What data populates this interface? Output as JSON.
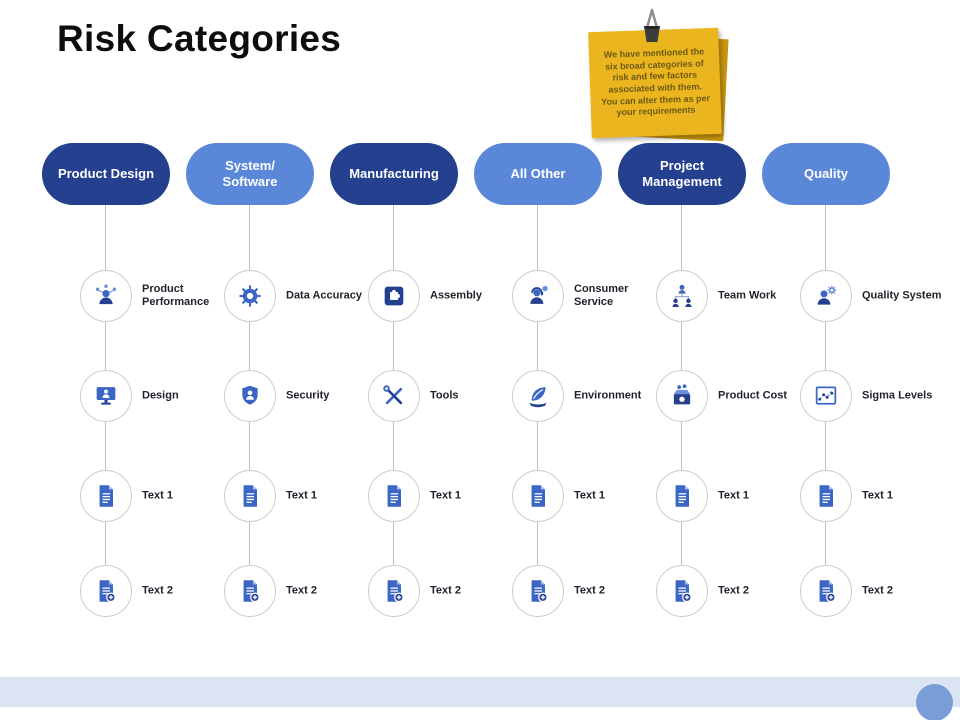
{
  "slide": {
    "title": "Risk Categories",
    "sticky_note": {
      "text": "We have mentioned the six broad categories of risk and few factors associated with them. You can alter them as per your requirements"
    },
    "colors": {
      "pill_dark": "#24408e",
      "pill_light": "#5b87d8",
      "icon_primary": "#3b66c4",
      "icon_dark": "#24408e",
      "icon_light": "#6c8fd8",
      "note_yellow": "#eab51e",
      "footer_band": "#dbe4f2",
      "footer_circle": "#7b9dd7"
    }
  },
  "columns": [
    {
      "header": "Product Design",
      "tone": "dark",
      "items": [
        {
          "label": "Product Performance",
          "icon": "people-network-icon"
        },
        {
          "label": "Design",
          "icon": "monitor-person-icon"
        },
        {
          "label": "Text 1",
          "icon": "document-icon"
        },
        {
          "label": "Text 2",
          "icon": "document-plus-icon"
        }
      ]
    },
    {
      "header": "System/ Software",
      "tone": "light",
      "items": [
        {
          "label": "Data Accuracy",
          "icon": "gear-icon"
        },
        {
          "label": "Security",
          "icon": "shield-icon"
        },
        {
          "label": "Text 1",
          "icon": "document-icon"
        },
        {
          "label": "Text 2",
          "icon": "document-plus-icon"
        }
      ]
    },
    {
      "header": "Manufacturing",
      "tone": "dark",
      "items": [
        {
          "label": "Assembly",
          "icon": "puzzle-icon"
        },
        {
          "label": "Tools",
          "icon": "tools-icon"
        },
        {
          "label": "Text 1",
          "icon": "document-icon"
        },
        {
          "label": "Text 2",
          "icon": "document-plus-icon"
        }
      ]
    },
    {
      "header": "All Other",
      "tone": "light",
      "items": [
        {
          "label": "Consumer Service",
          "icon": "headset-person-icon"
        },
        {
          "label": "Environment",
          "icon": "leaf-hands-icon"
        },
        {
          "label": "Text 1",
          "icon": "document-icon"
        },
        {
          "label": "Text 2",
          "icon": "document-plus-icon"
        }
      ]
    },
    {
      "header": "Project Management",
      "tone": "dark",
      "items": [
        {
          "label": "Team Work",
          "icon": "org-chart-icon"
        },
        {
          "label": "Product Cost",
          "icon": "cost-box-icon"
        },
        {
          "label": "Text 1",
          "icon": "document-icon"
        },
        {
          "label": "Text 2",
          "icon": "document-plus-icon"
        }
      ]
    },
    {
      "header": "Quality",
      "tone": "light",
      "items": [
        {
          "label": "Quality System",
          "icon": "person-gear-icon"
        },
        {
          "label": "Sigma Levels",
          "icon": "chart-icon"
        },
        {
          "label": "Text 1",
          "icon": "document-icon"
        },
        {
          "label": "Text 2",
          "icon": "document-plus-icon"
        }
      ]
    }
  ]
}
